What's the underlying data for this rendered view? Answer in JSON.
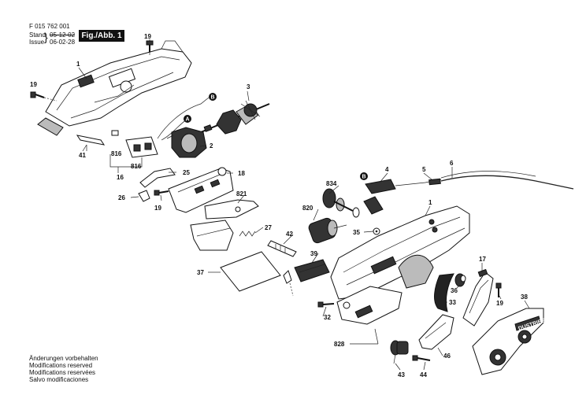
{
  "header": {
    "doc_number": "F 015 762 001",
    "stand_label": "Stand",
    "stand_date": "05-12-02",
    "issue_label": "Issue",
    "issue_date": "06-02-28",
    "fig_label": "Fig./Abb. 1"
  },
  "notes": [
    "Änderungen vorbehalten",
    "Modifications reserved",
    "Modifications reservées",
    "Salvo modificaciones"
  ],
  "callouts": {
    "p1_top": "1",
    "p19_top": "19",
    "p19_left": "19",
    "p3": "3",
    "p41": "41",
    "p2": "2",
    "p816_a": "816",
    "p816_b": "816",
    "p16": "16",
    "p25": "25",
    "p18": "18",
    "p26": "26",
    "p19_mid": "19",
    "p821": "821",
    "p27": "27",
    "p37": "37",
    "p42": "42",
    "p39": "39",
    "p834": "834",
    "p820": "820",
    "p35": "35",
    "p4": "4",
    "p5": "5",
    "p6": "6",
    "p1_right": "1",
    "p17": "17",
    "p36": "36",
    "p19_right": "19",
    "p38": "38",
    "p33": "33",
    "p32": "32",
    "p828": "828",
    "p46": "46",
    "p43": "43",
    "p44": "44"
  },
  "connectors": {
    "a_top": "A",
    "b_top": "B",
    "b_right": "B"
  },
  "housing_text": "DUSTRIBE"
}
